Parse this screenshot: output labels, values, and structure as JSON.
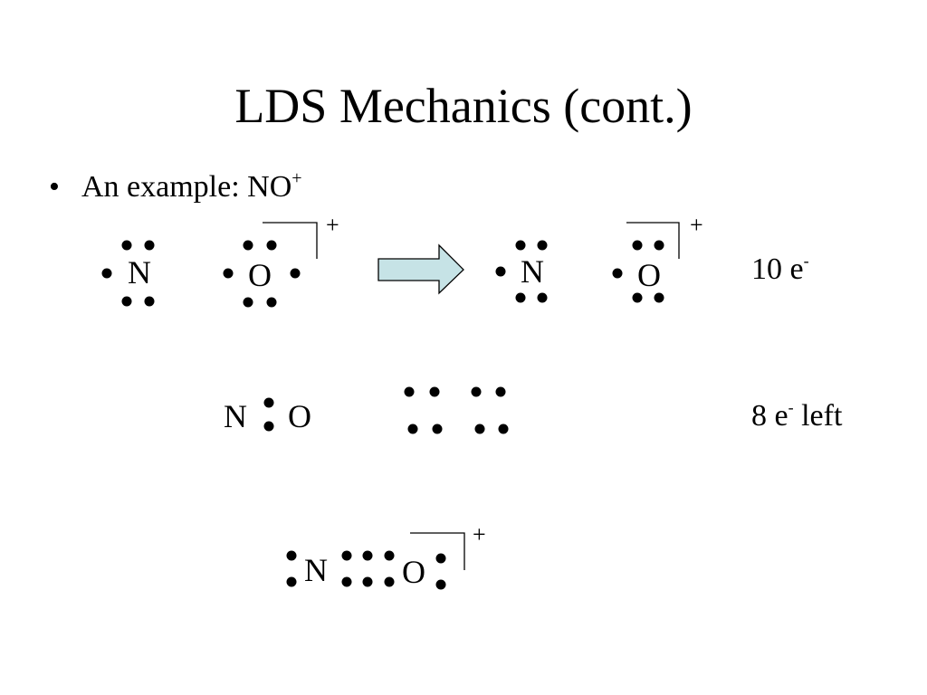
{
  "title": "LDS Mechanics (cont.)",
  "bullet": {
    "symbol": "•",
    "text": "An example:  NO",
    "superscript": "+"
  },
  "step1": {
    "atom_n": "N",
    "atom_o": "O",
    "charge": "+"
  },
  "step2": {
    "atom_n": "N",
    "atom_o": "O",
    "charge": "+",
    "electron_count": "10 e",
    "electron_sup": "-"
  },
  "step3": {
    "atom_n": "N",
    "atom_o": "O",
    "remaining_prefix": "8 e",
    "remaining_sup": "-",
    "remaining_suffix": " left"
  },
  "step4": {
    "atom_n": "N",
    "atom_o": "O",
    "charge": "+"
  },
  "colors": {
    "arrow_fill": "#c6e3e6",
    "arrow_stroke": "#000000",
    "dot": "#000000"
  }
}
